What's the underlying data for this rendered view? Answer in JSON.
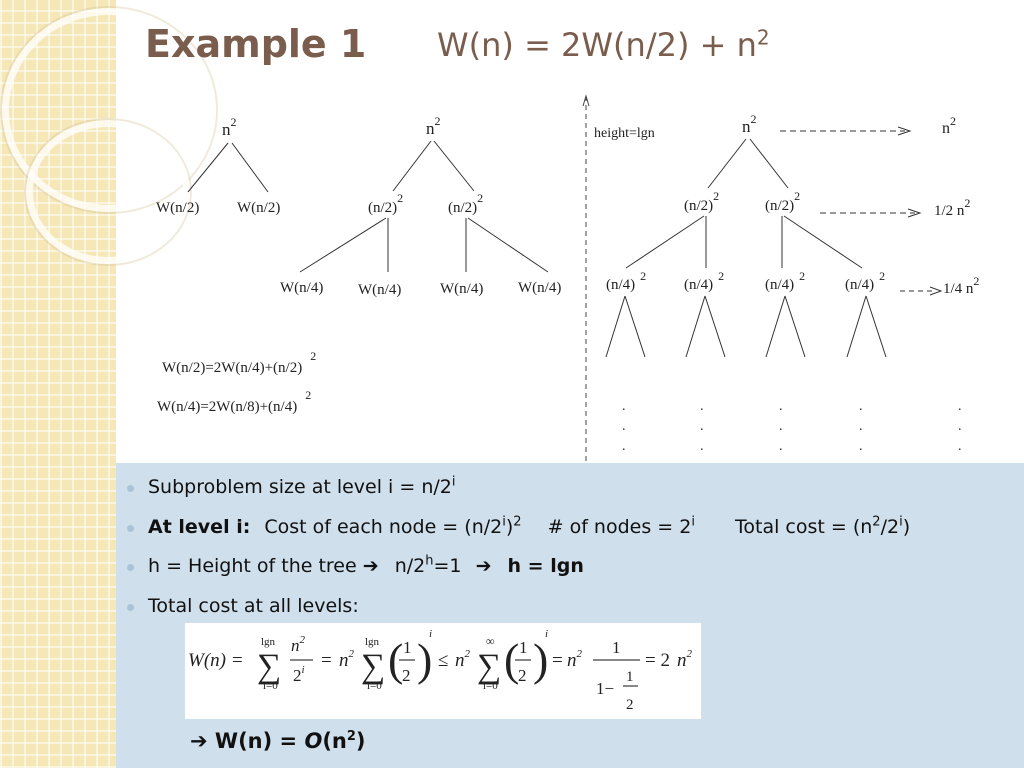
{
  "title": {
    "main": "Example 1",
    "eq_main": "W(n) = 2W(n/2) + n",
    "eq_sup": "2"
  },
  "diagram": {
    "tree1": {
      "root": "n",
      "root_sup": "2",
      "left": "W(n/2)",
      "right": "W(n/2)"
    },
    "tree2": {
      "root": "n",
      "root_sup": "2",
      "mid": "(n/2)",
      "mid_sup": "2",
      "leaf": "W(n/4)"
    },
    "recurrences": [
      {
        "text": "W(n/2)=2W(n/4)+(n/2)",
        "sup": "2"
      },
      {
        "text": "W(n/4)=2W(n/8)+(n/4)",
        "sup": "2"
      }
    ],
    "tree3": {
      "height_label": "height=lgn",
      "root": "n",
      "root_sup": "2",
      "level1": "(n/2)",
      "level1_sup": "2",
      "level2": "(n/4)",
      "level2_sup": "2",
      "costs": [
        {
          "text": "n",
          "sup": "2"
        },
        {
          "text": "1/2 n",
          "sup": "2"
        },
        {
          "text": "1/4 n",
          "sup": "2"
        }
      ],
      "dots": "."
    }
  },
  "bullets": {
    "b1_text": "Subproblem size at level i = ",
    "b1_math": "n/2",
    "b1_sup": "i",
    "b2_bold": "At level i:",
    "b2_cost_text": "Cost of each node = (",
    "b2_cost_math": "n/2",
    "b2_cost_sup": "i",
    "b2_cost_close": ")",
    "b2_cost_sup2": "2",
    "b2_nodes_text": "# of nodes = 2",
    "b2_nodes_sup": "i",
    "b2_total_text": "Total cost = (",
    "b2_total_n": "n",
    "b2_total_sup": "2",
    "b2_total_mid": "/2",
    "b2_total_sup2": "i",
    "b2_total_close": ")",
    "b3_text": "h = Height of the tree ",
    "b3_arrow": "➔",
    "b3_math": "n/2",
    "b3_sup": "h",
    "b3_eq": "=1",
    "b3_arrow2": "➔",
    "b3_res": "h = lgn",
    "b4_text": "Total cost at all levels:"
  },
  "formula": {
    "lhs": "W(n) =",
    "sum_top1": "lgn",
    "sum_bot1": "i=0",
    "frac1_num": "n",
    "frac1_num_sup": "2",
    "frac1_den": "2",
    "frac1_den_sup": "i",
    "eq": "=",
    "n2a": "n",
    "n2a_sup": "2",
    "sum_top2": "lgn",
    "sum_bot2": "i=0",
    "half_num": "1",
    "half_den": "2",
    "pow_i": "i",
    "le": "≤",
    "n2b": "n",
    "n2b_sup": "2",
    "sum_top3": "∞",
    "sum_bot3": "i=0",
    "eq2": "=",
    "n2c": "n",
    "n2c_sup": "2",
    "big_num": "1",
    "big_den_left": "1−",
    "big_den_num": "1",
    "big_den_den": "2",
    "eq3": "= 2",
    "rhs_n": "n",
    "rhs_sup": "2",
    "sigma": "∑"
  },
  "conclusion": {
    "arrow": "➔",
    "text": "W(n) = ",
    "o": "O",
    "open": "(n",
    "sup": "2",
    "close": ")"
  }
}
